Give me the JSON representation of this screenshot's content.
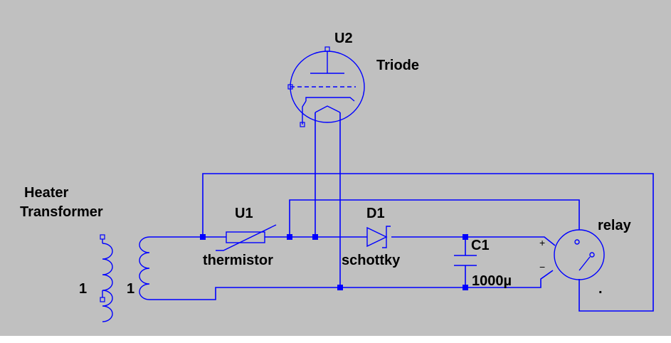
{
  "labels": {
    "u2": "U2",
    "triode": "Triode",
    "heater_line1": "Heater",
    "heater_line2": "Transformer",
    "u1": "U1",
    "thermistor": "thermistor",
    "d1": "D1",
    "schottky": "schottky",
    "c1": "C1",
    "c1_value": "1000µ",
    "relay": "relay",
    "relay_dot": ".",
    "primary_ratio": "1",
    "secondary_ratio": "1",
    "relay_plus": "+",
    "relay_minus": "−"
  },
  "colors": {
    "background": "#c0c0c0",
    "wire": "#0000ff",
    "text": "#000000"
  }
}
